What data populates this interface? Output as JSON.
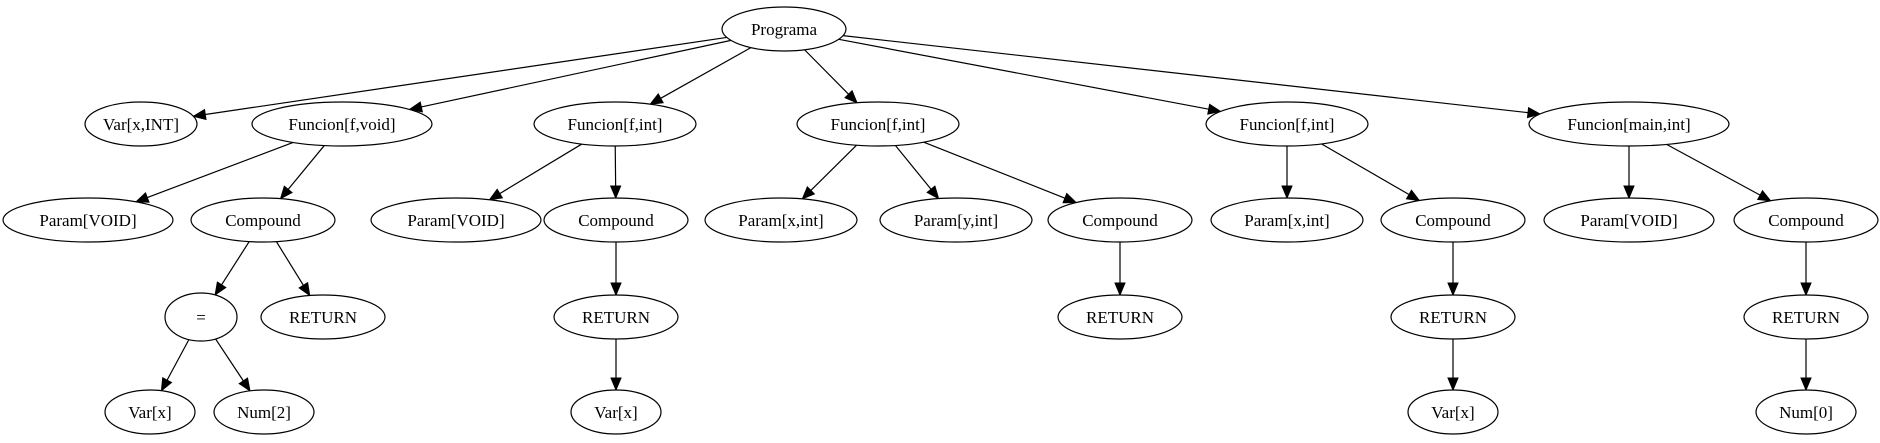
{
  "diagram": {
    "type": "tree",
    "colors": {
      "stroke": "#000000",
      "fill": "#ffffff",
      "text": "#000000"
    },
    "nodes": [
      {
        "id": "programa",
        "label": "Programa"
      },
      {
        "id": "var-x-int",
        "label": "Var[x,INT]"
      },
      {
        "id": "funcion-f-void",
        "label": "Funcion[f,void]"
      },
      {
        "id": "param-void-1",
        "label": "Param[VOID]"
      },
      {
        "id": "compound-1",
        "label": "Compound"
      },
      {
        "id": "assign",
        "label": "="
      },
      {
        "id": "var-x-1",
        "label": "Var[x]"
      },
      {
        "id": "num-2",
        "label": "Num[2]"
      },
      {
        "id": "return-1",
        "label": "RETURN"
      },
      {
        "id": "funcion-f-int-1",
        "label": "Funcion[f,int]"
      },
      {
        "id": "param-void-2",
        "label": "Param[VOID]"
      },
      {
        "id": "compound-2",
        "label": "Compound"
      },
      {
        "id": "return-2",
        "label": "RETURN"
      },
      {
        "id": "var-x-2",
        "label": "Var[x]"
      },
      {
        "id": "funcion-f-int-2",
        "label": "Funcion[f,int]"
      },
      {
        "id": "param-x-int-1",
        "label": "Param[x,int]"
      },
      {
        "id": "param-y-int",
        "label": "Param[y,int]"
      },
      {
        "id": "compound-3",
        "label": "Compound"
      },
      {
        "id": "return-3",
        "label": "RETURN"
      },
      {
        "id": "funcion-f-int-3",
        "label": "Funcion[f,int]"
      },
      {
        "id": "param-x-int-2",
        "label": "Param[x,int]"
      },
      {
        "id": "compound-4",
        "label": "Compound"
      },
      {
        "id": "return-4",
        "label": "RETURN"
      },
      {
        "id": "var-x-3",
        "label": "Var[x]"
      },
      {
        "id": "funcion-main-int",
        "label": "Funcion[main,int]"
      },
      {
        "id": "param-void-3",
        "label": "Param[VOID]"
      },
      {
        "id": "compound-5",
        "label": "Compound"
      },
      {
        "id": "return-5",
        "label": "RETURN"
      },
      {
        "id": "num-0",
        "label": "Num[0]"
      }
    ],
    "edges": [
      [
        "programa",
        "var-x-int"
      ],
      [
        "programa",
        "funcion-f-void"
      ],
      [
        "programa",
        "funcion-f-int-1"
      ],
      [
        "programa",
        "funcion-f-int-2"
      ],
      [
        "programa",
        "funcion-f-int-3"
      ],
      [
        "programa",
        "funcion-main-int"
      ],
      [
        "funcion-f-void",
        "param-void-1"
      ],
      [
        "funcion-f-void",
        "compound-1"
      ],
      [
        "compound-1",
        "assign"
      ],
      [
        "compound-1",
        "return-1"
      ],
      [
        "assign",
        "var-x-1"
      ],
      [
        "assign",
        "num-2"
      ],
      [
        "funcion-f-int-1",
        "param-void-2"
      ],
      [
        "funcion-f-int-1",
        "compound-2"
      ],
      [
        "compound-2",
        "return-2"
      ],
      [
        "return-2",
        "var-x-2"
      ],
      [
        "funcion-f-int-2",
        "param-x-int-1"
      ],
      [
        "funcion-f-int-2",
        "param-y-int"
      ],
      [
        "funcion-f-int-2",
        "compound-3"
      ],
      [
        "compound-3",
        "return-3"
      ],
      [
        "funcion-f-int-3",
        "param-x-int-2"
      ],
      [
        "funcion-f-int-3",
        "compound-4"
      ],
      [
        "compound-4",
        "return-4"
      ],
      [
        "return-4",
        "var-x-3"
      ],
      [
        "funcion-main-int",
        "param-void-3"
      ],
      [
        "funcion-main-int",
        "compound-5"
      ],
      [
        "compound-5",
        "return-5"
      ],
      [
        "return-5",
        "num-0"
      ]
    ]
  }
}
